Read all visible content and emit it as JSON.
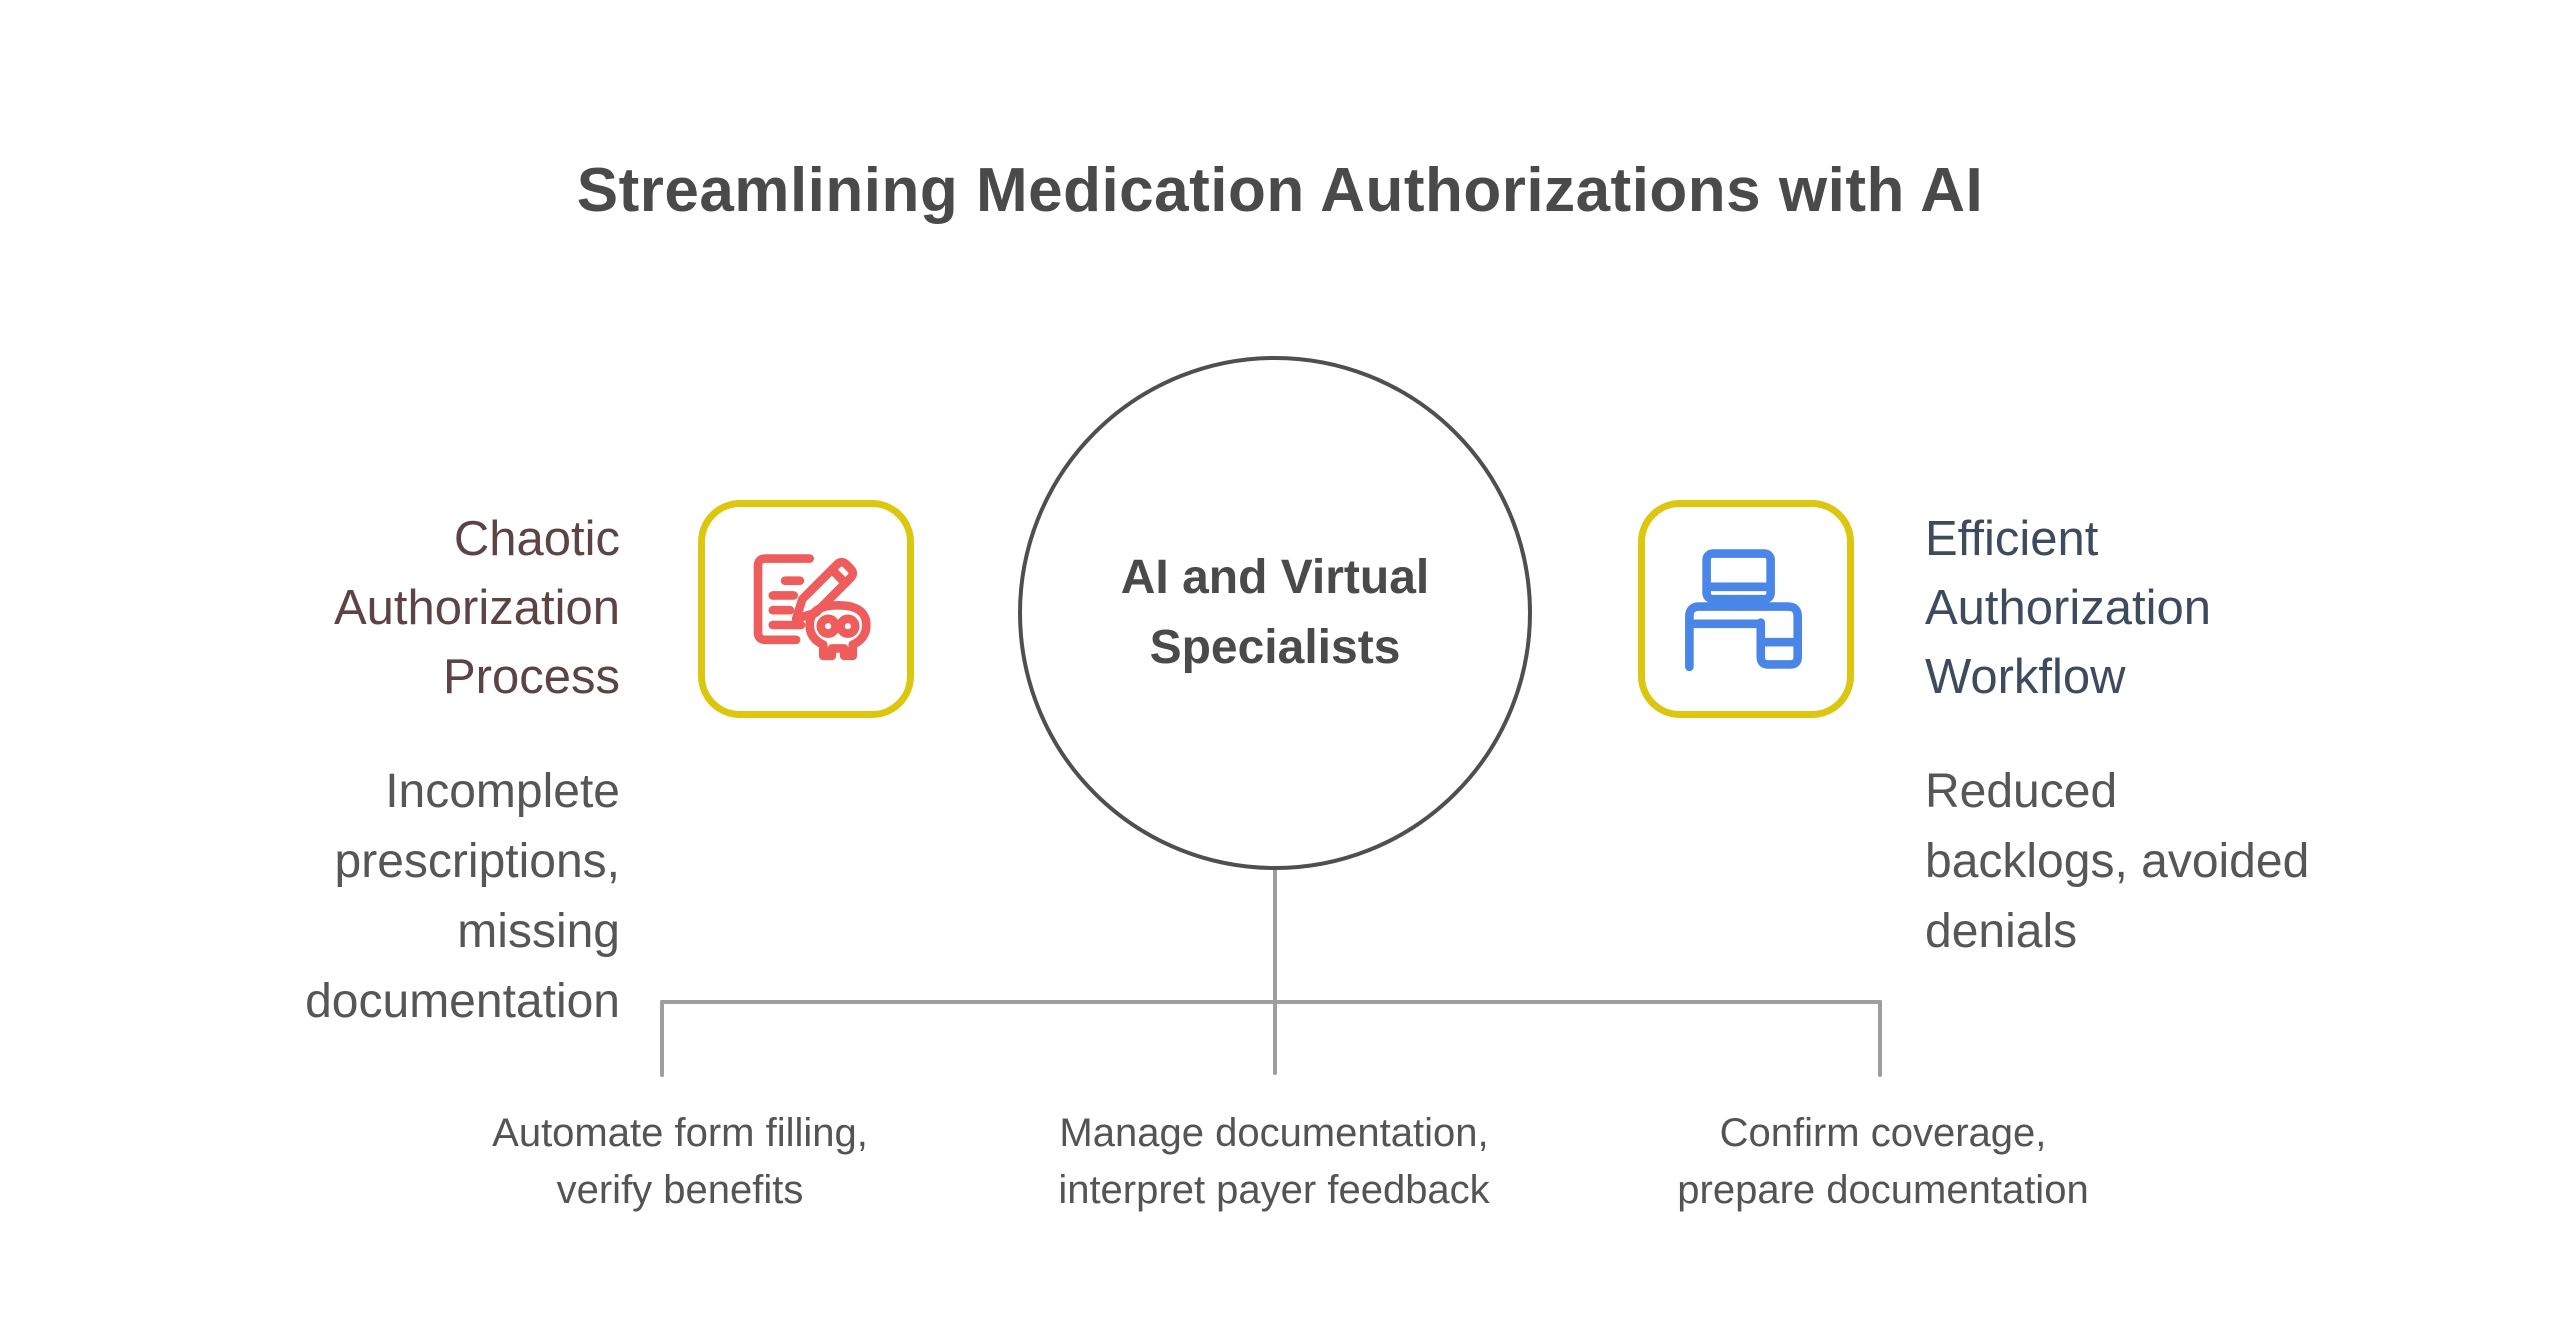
{
  "title": "Streamlining Medication Authorizations with AI",
  "center": {
    "label": "AI and Virtual\nSpecialists"
  },
  "left": {
    "heading": "Chaotic\nAuthorization\nProcess",
    "description": "Incomplete\nprescriptions,\nmissing\ndocumentation",
    "icon": "document-pencil-skull-icon"
  },
  "right": {
    "heading": "Efficient\nAuthorization\nWorkflow",
    "description": "Reduced\nbacklogs, avoided\ndenials",
    "icon": "desk-computer-icon"
  },
  "branches": [
    {
      "label": "Automate form filling,\nverify benefits"
    },
    {
      "label": "Manage documentation,\ninterpret payer feedback"
    },
    {
      "label": "Confirm coverage,\nprepare documentation"
    }
  ],
  "colors": {
    "title_text": "#4a4a4a",
    "circle_stroke": "#4f4f4f",
    "connector_gray": "#9e9e9e",
    "icon_box_border_yellow": "#ddc60e",
    "left_icon_red": "#ee5c5c",
    "right_icon_blue": "#4a86e8",
    "left_heading_maroon": "#5d4343",
    "right_heading_slate": "#3d4b5f",
    "body_gray": "#565656"
  }
}
